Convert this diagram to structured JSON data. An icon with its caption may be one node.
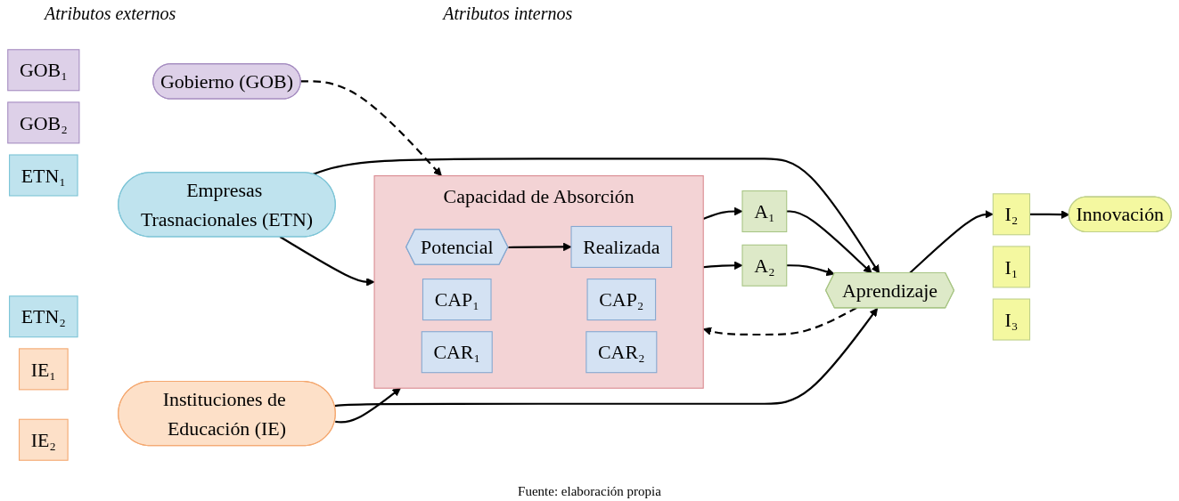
{
  "diagram": {
    "caption": "Fuente: elaboración propia",
    "nodes": [
      {
        "text": [
          "ETN₁"
        ]
      },
      {
        "text": [
          "ETN₂"
        ]
      },
      {
        "text": [
          "Empresas Trasnacionales (ETN)"
        ]
      },
      {
        "text": [
          "GOB₁"
        ]
      },
      {
        "text": [
          "GOB₂"
        ]
      },
      {
        "text": [
          "Gobierno (GOB)"
        ]
      },
      {
        "text": [
          "IE₁"
        ]
      },
      {
        "text": [
          "IE₂"
        ]
      },
      {
        "text": [
          "Instituciones de Educación (IE)"
        ]
      },
      {
        "text": [
          "Capacidad de Absorción"
        ]
      },
      {
        "text": [
          "Potencial"
        ],
        "in": 9
      },
      {
        "text": [
          "CAP₁"
        ],
        "in": 9
      },
      {
        "text": [
          "CAP₂"
        ],
        "in": 9
      },
      {
        "text": [
          "Realizada"
        ],
        "in": 9
      },
      {
        "text": [
          "CAR₁"
        ],
        "in": 9
      },
      {
        "text": [
          "CAR₂"
        ],
        "in": 9
      },
      {
        "text": [
          "A₁"
        ]
      },
      {
        "text": [
          "A₂"
        ]
      },
      {
        "text": [
          "Aprendizaje"
        ]
      },
      {
        "text": [
          "I₁"
        ]
      },
      {
        "text": [
          "I₂"
        ]
      },
      {
        "text": [
          "I₃"
        ]
      },
      {
        "text": [
          "Innovación"
        ]
      }
    ],
    "edges": [
      {
        "from": 2,
        "to": 9,
        "arrow": "to"
      },
      {
        "from": 5,
        "to": 9,
        "arrow": "to",
        "style": "dashed"
      },
      {
        "from": 8,
        "to": 9,
        "arrow": "to"
      },
      {
        "from": 10,
        "to": 13,
        "arrow": "to"
      },
      {
        "from": 9,
        "to": 16,
        "arrow": "to"
      },
      {
        "from": 9,
        "to": 17,
        "arrow": "to"
      },
      {
        "from": 16,
        "to": 18,
        "arrow": "to"
      },
      {
        "from": 17,
        "to": 18,
        "arrow": "to"
      },
      {
        "from": 2,
        "to": 18,
        "arrow": "to"
      },
      {
        "from": 8,
        "to": 18,
        "arrow": "to"
      },
      {
        "from": 18,
        "to": 9,
        "arrow": "to",
        "style": "dashed"
      },
      {
        "from": 18,
        "to": 20,
        "arrow": "to"
      },
      {
        "from": 20,
        "to": 22,
        "arrow": "to"
      }
    ],
    "labels": [
      "Atributos externos",
      "Atributos internos"
    ]
  }
}
